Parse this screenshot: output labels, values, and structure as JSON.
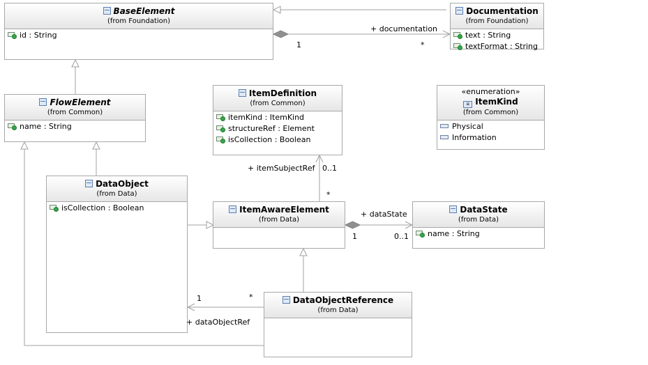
{
  "classes": {
    "base_element": {
      "name": "BaseElement",
      "from": "(from Foundation)",
      "attrs": [
        "id : String"
      ]
    },
    "documentation": {
      "name": "Documentation",
      "from": "(from Foundation)",
      "attrs": [
        "text : String",
        "textFormat : String"
      ]
    },
    "flow_element": {
      "name": "FlowElement",
      "from": "(from Common)",
      "attrs": [
        "name : String"
      ]
    },
    "item_definition": {
      "name": "ItemDefinition",
      "from": "(from Common)",
      "attrs": [
        "itemKind : ItemKind",
        "structureRef : Element",
        "isCollection : Boolean"
      ]
    },
    "item_kind": {
      "stereotype": "«enumeration»",
      "name": "ItemKind",
      "from": "(from Common)",
      "literals": [
        "Physical",
        "Information"
      ]
    },
    "data_object": {
      "name": "DataObject",
      "from": "(from Data)",
      "attrs": [
        "isCollection : Boolean"
      ]
    },
    "item_aware_element": {
      "name": "ItemAwareElement",
      "from": "(from Data)",
      "attrs": []
    },
    "data_state": {
      "name": "DataState",
      "from": "(from Data)",
      "attrs": [
        "name : String"
      ]
    },
    "data_object_reference": {
      "name": "DataObjectReference",
      "from": "(from Data)",
      "attrs": []
    }
  },
  "labels": {
    "documentation_role": "+ documentation",
    "documentation_mult_source": "1",
    "documentation_mult_target": "*",
    "item_subject_ref_role": "+ itemSubjectRef",
    "item_subject_ref_mult_target": "0..1",
    "item_subject_ref_mult_source": "*",
    "data_state_role": "+ dataState",
    "data_state_mult_source": "1",
    "data_state_mult_target": "0..1",
    "data_object_ref_role": "+ dataObjectRef",
    "data_object_ref_mult_target": "1",
    "data_object_ref_mult_source": "*"
  },
  "colors": {
    "line": "#a0a0a0",
    "box_border": "#a8a8a8"
  }
}
